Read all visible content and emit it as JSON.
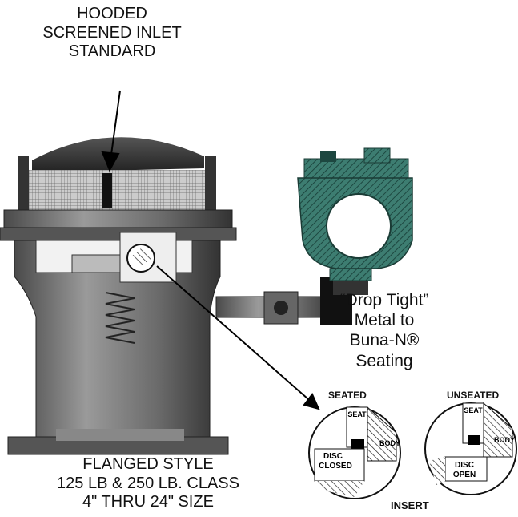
{
  "labels": {
    "top": [
      "HOODED",
      "SCREENED INLET",
      "STANDARD"
    ],
    "bottom": [
      "FLANGED STYLE",
      "125 LB & 250 LB. CLASS",
      "4\" THRU 24\" SIZE"
    ],
    "drop_tight": [
      "“Drop Tight”",
      "Metal to",
      "Buna-N®",
      "Seating"
    ]
  },
  "details": {
    "seated": {
      "title": "SEATED",
      "seat": "SEAT",
      "body": "BODY",
      "disc": "DISC",
      "state": "CLOSED"
    },
    "unseated": {
      "title": "UNSEATED",
      "seat": "SEAT",
      "body": "BODY",
      "disc": "DISC",
      "state": "OPEN"
    },
    "insert": "INSERT"
  },
  "colors": {
    "valve_body": "#7a7a7a",
    "small_valve": "#2f6b60",
    "ink": "#111111"
  }
}
